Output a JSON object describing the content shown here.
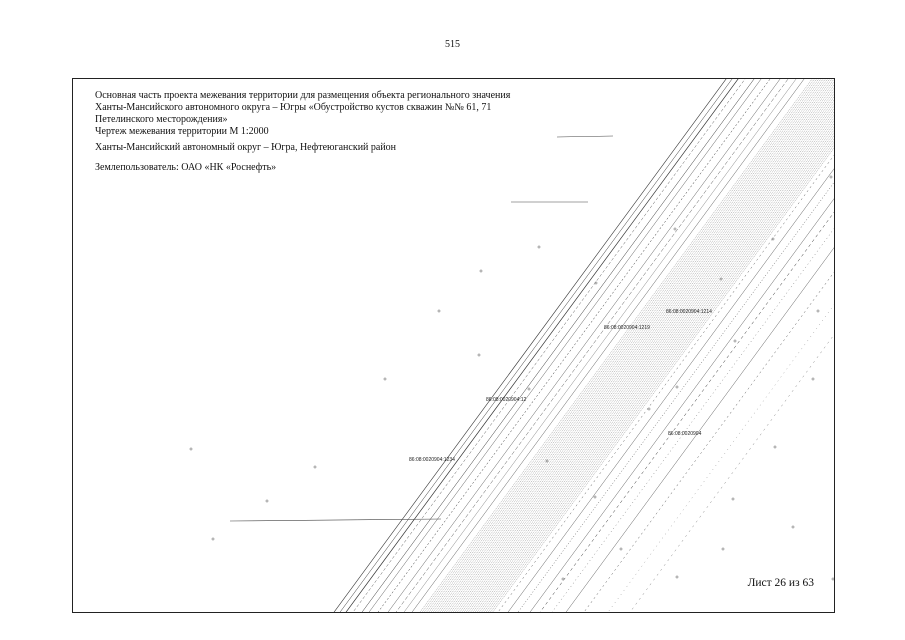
{
  "page": {
    "number": "515"
  },
  "header": {
    "title_line1": "Основная часть проекта межевания территории для размещения объекта регионального значения",
    "title_line2": "Ханты-Мансийского автономного округа – Югры «Обустройство кустов скважин №№ 61, 71",
    "title_line3": "Петелинского месторождения»",
    "drawing_title": "Чертеж межевания территории М 1:2000",
    "region": "Ханты-Мансийский автономный округ – Югра, Нефтеюганский район",
    "land_user": "Землепользователь: ОАО «НК «Роснефть»"
  },
  "footer": {
    "sheet": "Лист 26 из 63"
  },
  "map_labels": {
    "cadastral_1214": "86:08:0020904:1214",
    "cadastral_1219": "86:08:0020904:1219",
    "cadastral_12xx": "86:08:0020904:12",
    "cadastral_1234": "86:08:0020904:1234",
    "cadastral_block": "86:08:0020904"
  },
  "colors": {
    "line": "#333333",
    "hatch": "#555555",
    "frame": "#222222"
  }
}
